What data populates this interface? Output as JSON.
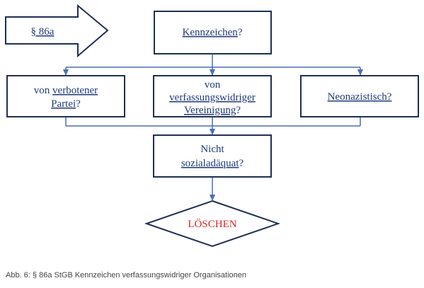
{
  "nodes": {
    "start_arrow": {
      "label": "§ 86a"
    },
    "kennzeichen": {
      "label": "Kennzeichen",
      "suffix": "?"
    },
    "verbotene_partei": {
      "line1_prefix": "von ",
      "line1_link": "verbotener",
      "line2_link": "Partei",
      "line2_suffix": "?"
    },
    "verfassungswidrige_vereinigung": {
      "line1": "von",
      "line2_link": "verfassungswidriger",
      "line3_link": "Vereinigung",
      "line3_suffix": "?"
    },
    "neonazistisch": {
      "label": "Neonazistisch?"
    },
    "nicht_sozialadaequat": {
      "line1": "Nicht",
      "line2_link": "sozialadäquat",
      "line2_suffix": "?"
    },
    "loeschen": {
      "label": "LÖSCHEN"
    }
  },
  "caption": "Abb. 6: § 86a StGB Kennzeichen verfassungswidriger Organisationen",
  "colors": {
    "border": "#1f2f55",
    "connector": "#4a6fb0",
    "text": "#1f3a7a",
    "decision_label": "#e02424"
  }
}
